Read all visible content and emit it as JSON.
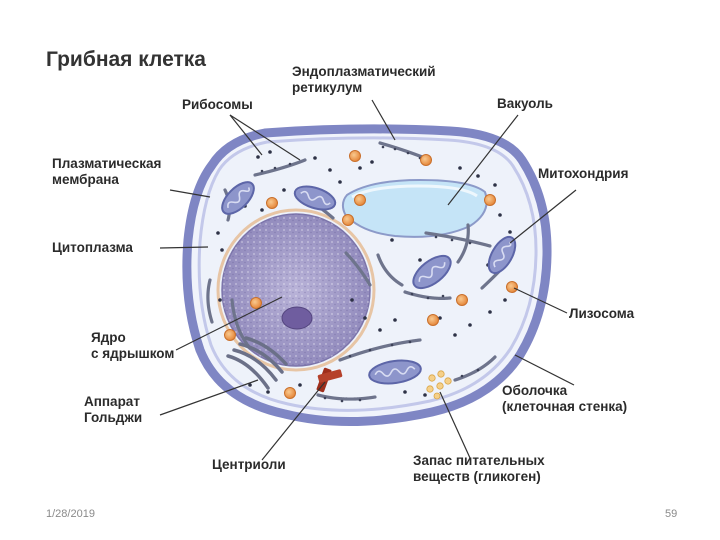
{
  "title": "Грибная клетка",
  "labels": {
    "ribosomes": "Рибосомы",
    "er_line1": "Эндоплазматический",
    "er_line2": "ретикулум",
    "vacuole": "Вакуоль",
    "plasma_line1": "Плазматическая",
    "plasma_line2": "мембрана",
    "mitochondria": "Митохондрия",
    "cytoplasm": "Цитоплазма",
    "lysosome": "Лизосома",
    "nucleus_line1": "Ядро",
    "nucleus_line2": "с ядрышком",
    "golgi_line1": "Аппарат",
    "golgi_line2": "Гольджи",
    "wall_line1": "Оболочка",
    "wall_line2": "(клеточная стенка)",
    "centrioles": "Центриоли",
    "storage_line1": "Запас питательных",
    "storage_line2": "веществ (гликоген)"
  },
  "footer": {
    "date": "1/28/2019",
    "page": "59"
  },
  "colors": {
    "cell_wall": "#7f86c4",
    "cell_wall_inner": "#b7bde6",
    "cytoplasm": "#eef2fa",
    "nucleus": "#9d97c3",
    "nucleolus": "#6c5a9c",
    "vacuole": "#bfe1f7",
    "mitochondria": "#8b93c9",
    "lysosome": "#f0a35e",
    "centriole": "#a0301e",
    "glycogen": "#f3cf85"
  }
}
